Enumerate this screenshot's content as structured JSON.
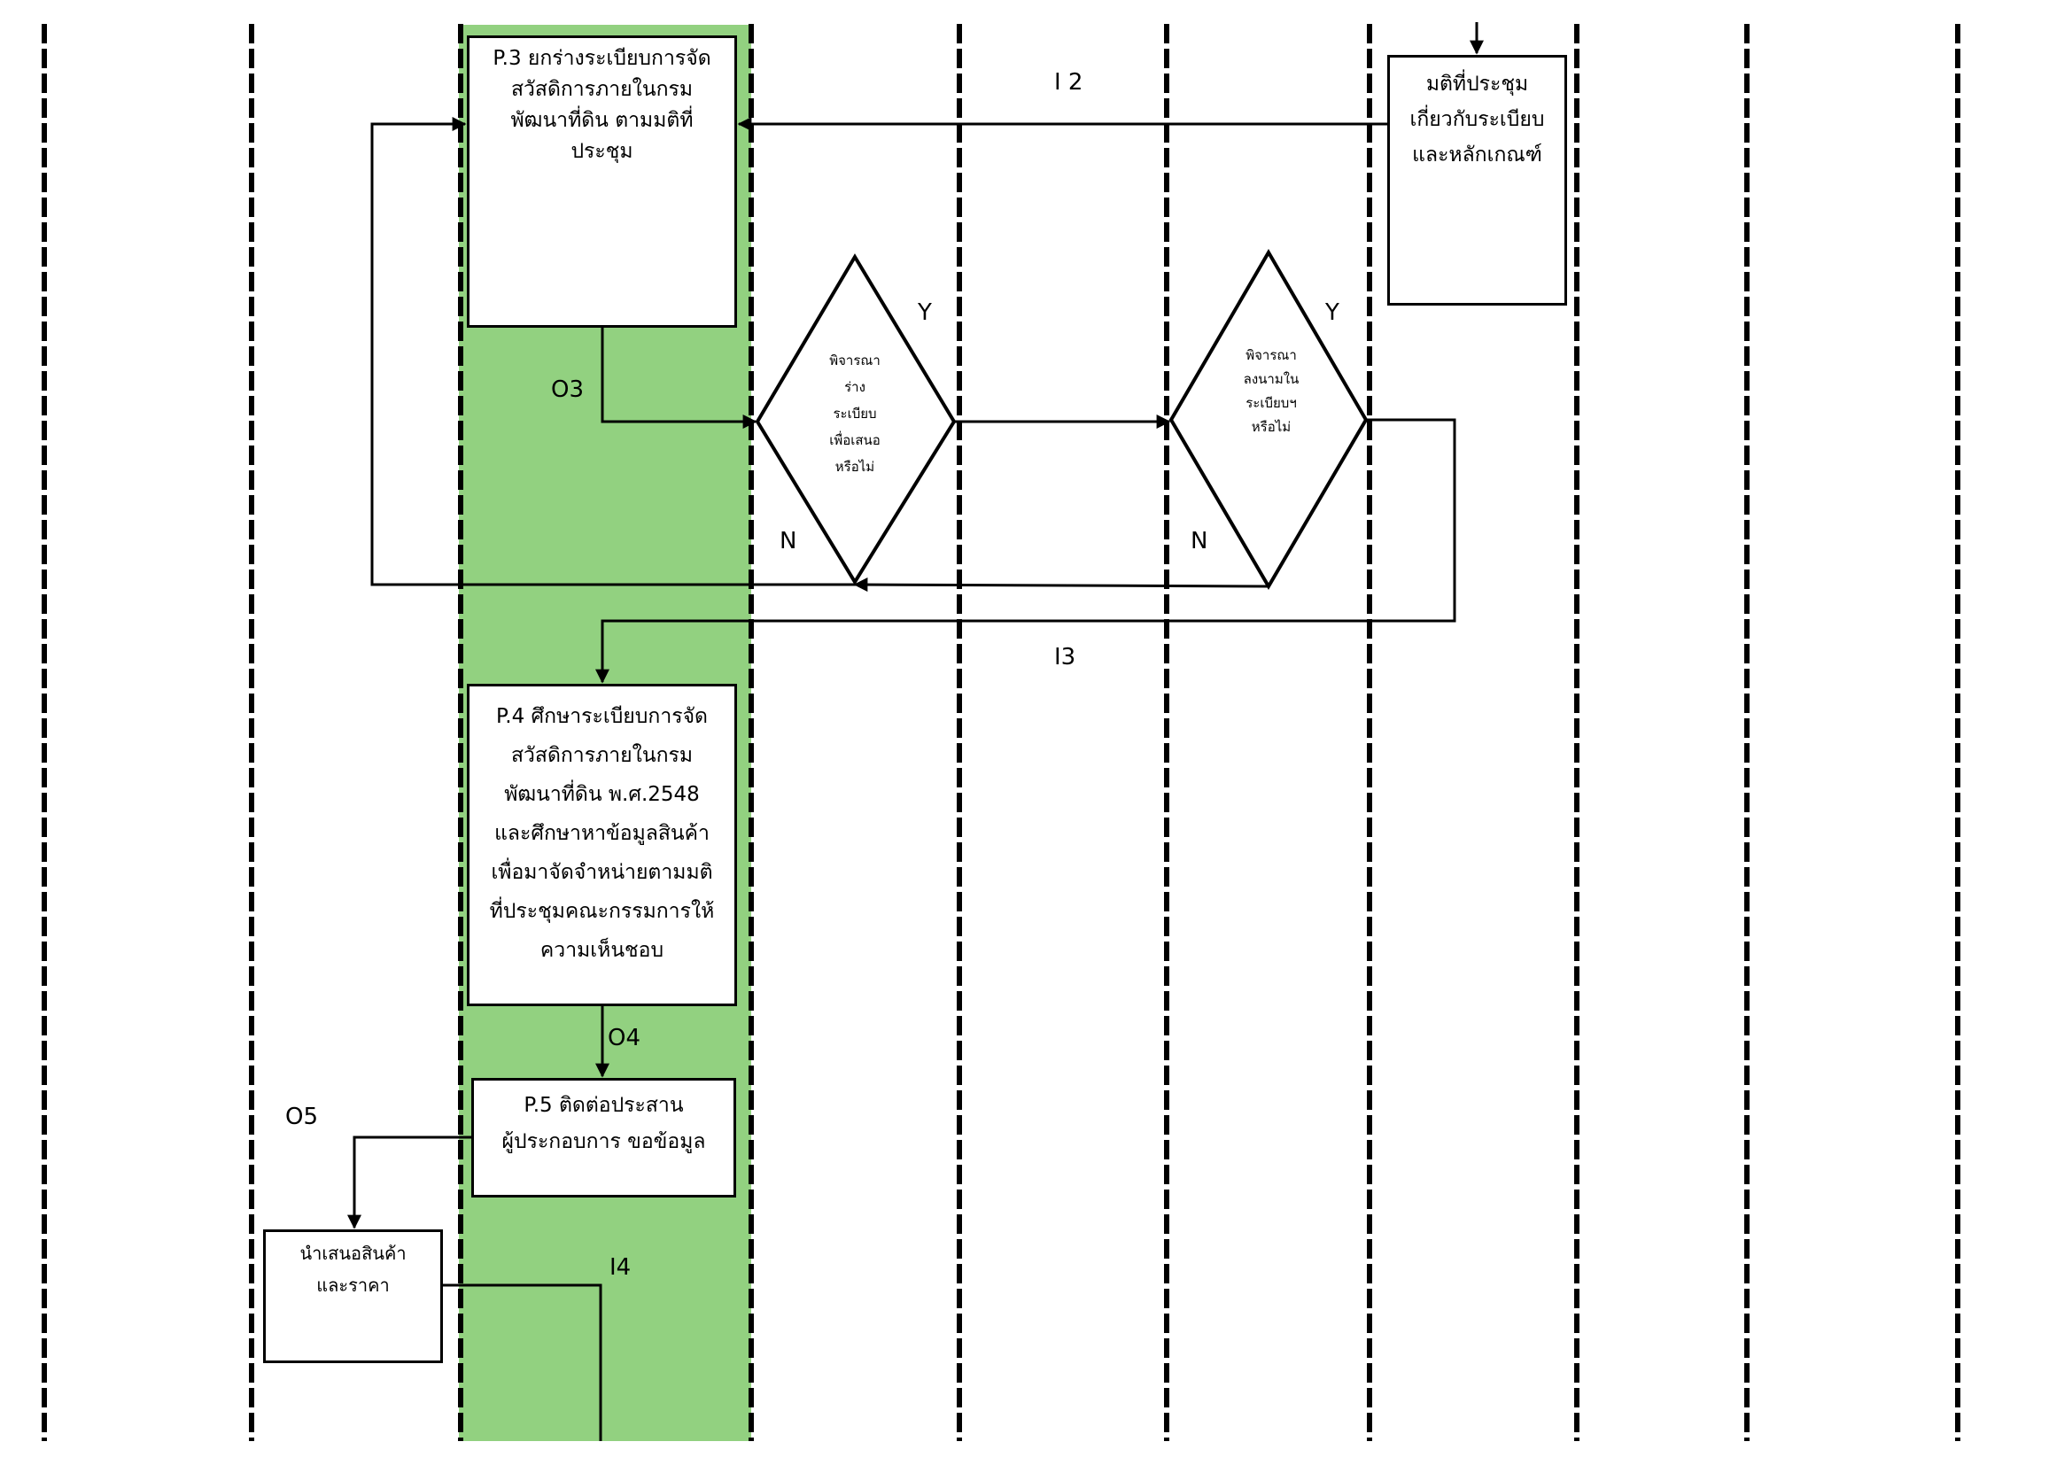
{
  "diagram": {
    "type": "swimlane-flowchart",
    "lane_highlight_color": "#92d180",
    "line_color": "#000000",
    "processes": {
      "p3": "P.3 ยกร่างระเบียบการจัด\nสวัสดิการภายในกรม\nพัฒนาที่ดิน ตามมติที่\nประชุม",
      "p4": "P.4 ศึกษาระเบียบการจัด\nสวัสดิการภายในกรม\nพัฒนาที่ดิน พ.ศ.2548\nและศึกษาหาข้อมูลสินค้า\nเพื่อมาจัดจำหน่ายตามมติ\nที่ประชุมคณะกรรมการให้\nความเห็นชอบ",
      "p5": "P.5 ติดต่อประสาน\nผู้ประกอบการ ขอข้อมูล"
    },
    "inputs": {
      "meeting_resolution": "มติที่ประชุม\nเกี่ยวกับระเบียบ\nและหลักเกณฑ์",
      "present_products": "นำเสนอสินค้า\nและราคา"
    },
    "decisions": {
      "d1": "พิจารณา\nร่าง\nระเบียบ\nเพื่อเสนอ\nหรือไม่",
      "d2": "พิจารณา\nลงนามใน\nระเบียบฯ\nหรือไม่"
    },
    "flow_labels": {
      "i2": "I 2",
      "i3": "I3",
      "i4": "I4",
      "o3": "O3",
      "o4": "O4",
      "o5": "O5",
      "d1_yes": "Y",
      "d1_no": "N",
      "d2_yes": "Y",
      "d2_no": "N"
    }
  }
}
